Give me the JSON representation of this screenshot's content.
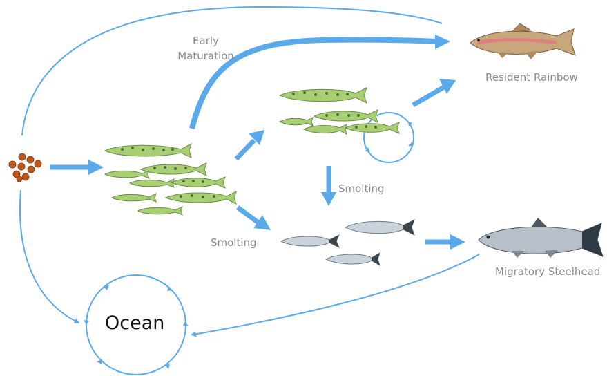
{
  "labels": {
    "early_maturation_line1": "Early",
    "early_maturation_line2": "Maturation",
    "resident_rainbow": "Resident Rainbow",
    "smolting_center": "Smolting",
    "smolting_left": "Smolting",
    "migratory_steelhead": "Migratory Steelhead",
    "ocean": "Ocean"
  },
  "colors": {
    "arrow_blue": "#5aa9ea",
    "parr_body": "#a8cf72",
    "parr_spots": "#4a6e3a",
    "smolt_body": "#c9d3db",
    "steelhead_body": "#b7c0c8",
    "rainbow_body": "#c9a77c",
    "rainbow_stripe": "#e07a7a",
    "egg": "#c0581c"
  },
  "icons": {
    "eggs": "egg-cluster-icon",
    "fry": "juvenile-parr-icon",
    "parr": "older-parr-icon",
    "smolt": "smolt-icon",
    "resident": "rainbow-trout-icon",
    "migratory": "steelhead-icon"
  }
}
